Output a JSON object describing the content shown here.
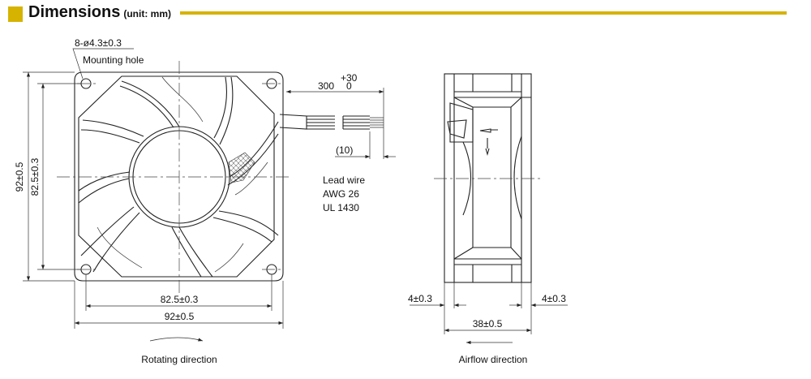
{
  "header": {
    "title": "Dimensions",
    "unit": "(unit: mm)",
    "accent_color": "#d6b300"
  },
  "front_view": {
    "mounting_hole_spec": "8-ø4.3±0.3",
    "mounting_hole_label": "Mounting hole",
    "height_outer": "92±0.5",
    "height_pitch": "82.5±0.3",
    "width_pitch": "82.5±0.3",
    "width_outer": "92±0.5",
    "caption": "Rotating direction"
  },
  "lead_wire": {
    "length": "300",
    "tol_plus": "+30",
    "tol_minus": "0",
    "strip": "(10)",
    "spec_lines": [
      "Lead wire",
      "AWG 26",
      "UL 1430"
    ]
  },
  "side_view": {
    "flange_left": "4±0.3",
    "flange_right": "4±0.3",
    "depth": "38±0.5",
    "caption": "Airflow direction"
  }
}
